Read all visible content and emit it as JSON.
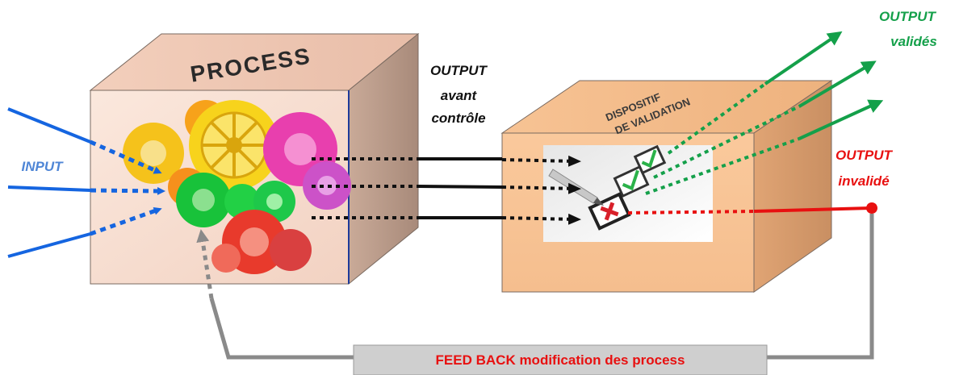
{
  "process": {
    "title": "PROCESS"
  },
  "input": {
    "label": "INPUT"
  },
  "output_before": {
    "line1": "OUTPUT",
    "line2": "avant",
    "line3": "contrôle"
  },
  "validation": {
    "line1": "DISPOSITIF",
    "line2": "DE  VALIDATION"
  },
  "output_valid": {
    "line1": "OUTPUT",
    "line2": "validés"
  },
  "output_invalid": {
    "line1": "OUTPUT",
    "line2": "invalidé"
  },
  "feedback": {
    "label": "FEED BACK modification  des process"
  },
  "colors": {
    "input_blue": "#1565e0",
    "input_label": "#4f86d6",
    "valid_green": "#14a04a",
    "invalid_red": "#e81010",
    "feedback_gray": "#8a8a8a",
    "box_face": "#f9c89a",
    "process_face": "#f6dccd"
  }
}
